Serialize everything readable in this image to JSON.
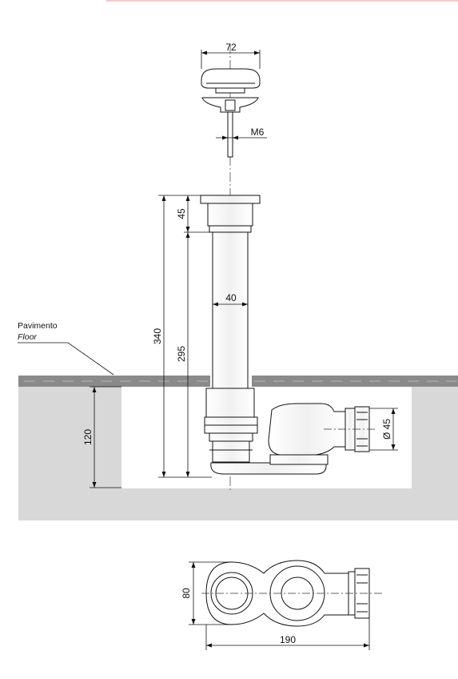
{
  "dimensions": {
    "cap_diameter": "72",
    "thread": "M6",
    "flange_height": "45",
    "total_height": "340",
    "pipe_length": "295",
    "pipe_diameter": "40",
    "outlet_diameter": "Ø 45",
    "recess_depth": "120",
    "trap_width": "80",
    "trap_length": "190"
  },
  "labels": {
    "floor_it": "Pavimento",
    "floor_en": "Floor"
  },
  "colors": {
    "floor": "#8a8a8a",
    "recess": "#d8d8d8",
    "line": "#111111"
  }
}
